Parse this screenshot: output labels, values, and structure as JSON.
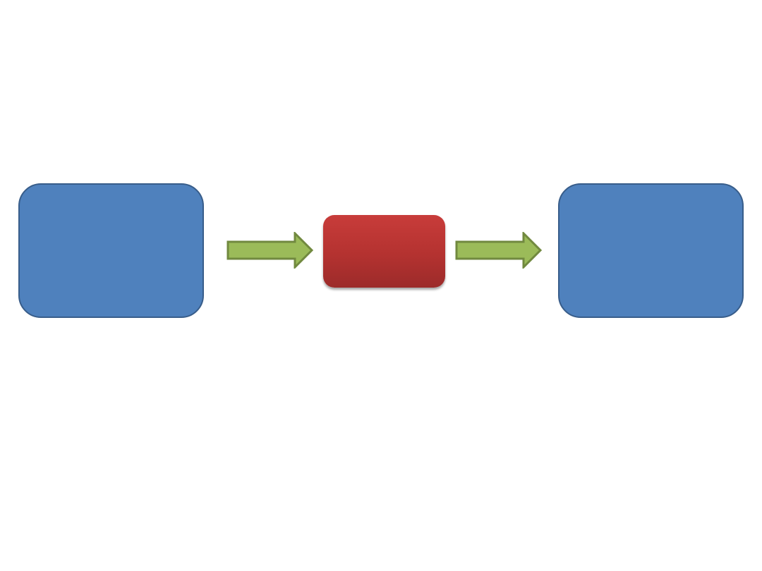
{
  "diagram": {
    "nodes": [
      {
        "id": "left",
        "shape": "rounded-rectangle",
        "fill": "#4f81bd",
        "stroke": "#385d8a",
        "label": ""
      },
      {
        "id": "middle",
        "shape": "rounded-rectangle",
        "fill": "#c0392b",
        "label": ""
      },
      {
        "id": "right",
        "shape": "rounded-rectangle",
        "fill": "#4f81bd",
        "stroke": "#385d8a",
        "label": ""
      }
    ],
    "edges": [
      {
        "from": "left",
        "to": "middle",
        "icon": "arrow-right-icon",
        "fill": "#9bbb59",
        "stroke": "#71893f"
      },
      {
        "from": "middle",
        "to": "right",
        "icon": "arrow-right-icon",
        "fill": "#9bbb59",
        "stroke": "#71893f"
      }
    ]
  }
}
